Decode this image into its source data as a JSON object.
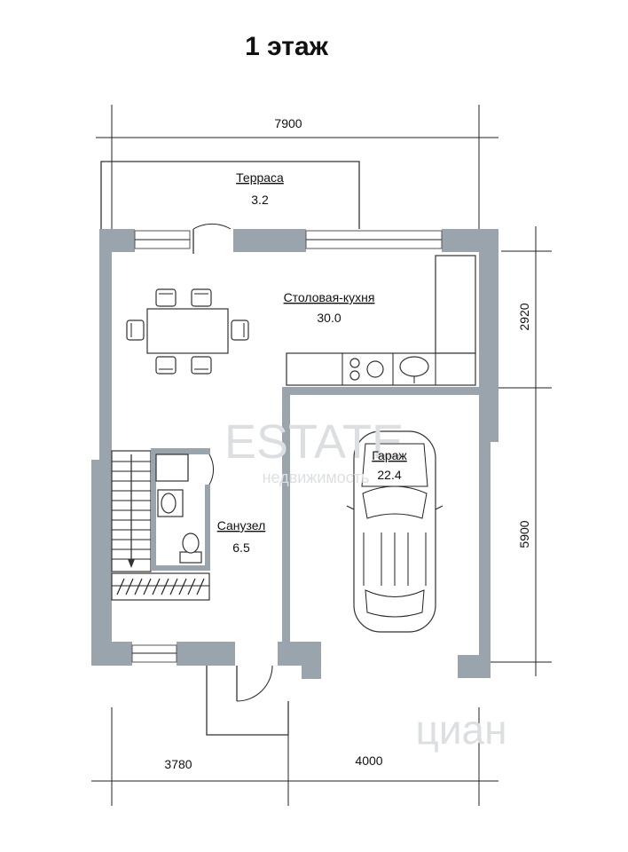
{
  "title": "1 этаж",
  "rooms": {
    "terrace": {
      "name": "Терраса",
      "area": "3.2"
    },
    "kitchen": {
      "name": "Столовая-кухня",
      "area": "30.0"
    },
    "garage": {
      "name": "Гараж",
      "area": "22.4"
    },
    "bathroom": {
      "name": "Санузел",
      "area": "6.5"
    }
  },
  "dimensions": {
    "top_width": "7900",
    "right_upper": "2920",
    "right_lower": "5900",
    "bottom_left": "3780",
    "bottom_right": "4000"
  },
  "watermark": {
    "brand": "ESTATE",
    "sub": "недвижимость",
    "site": "циан"
  },
  "colors": {
    "wall": "#9aa4ad"
  }
}
